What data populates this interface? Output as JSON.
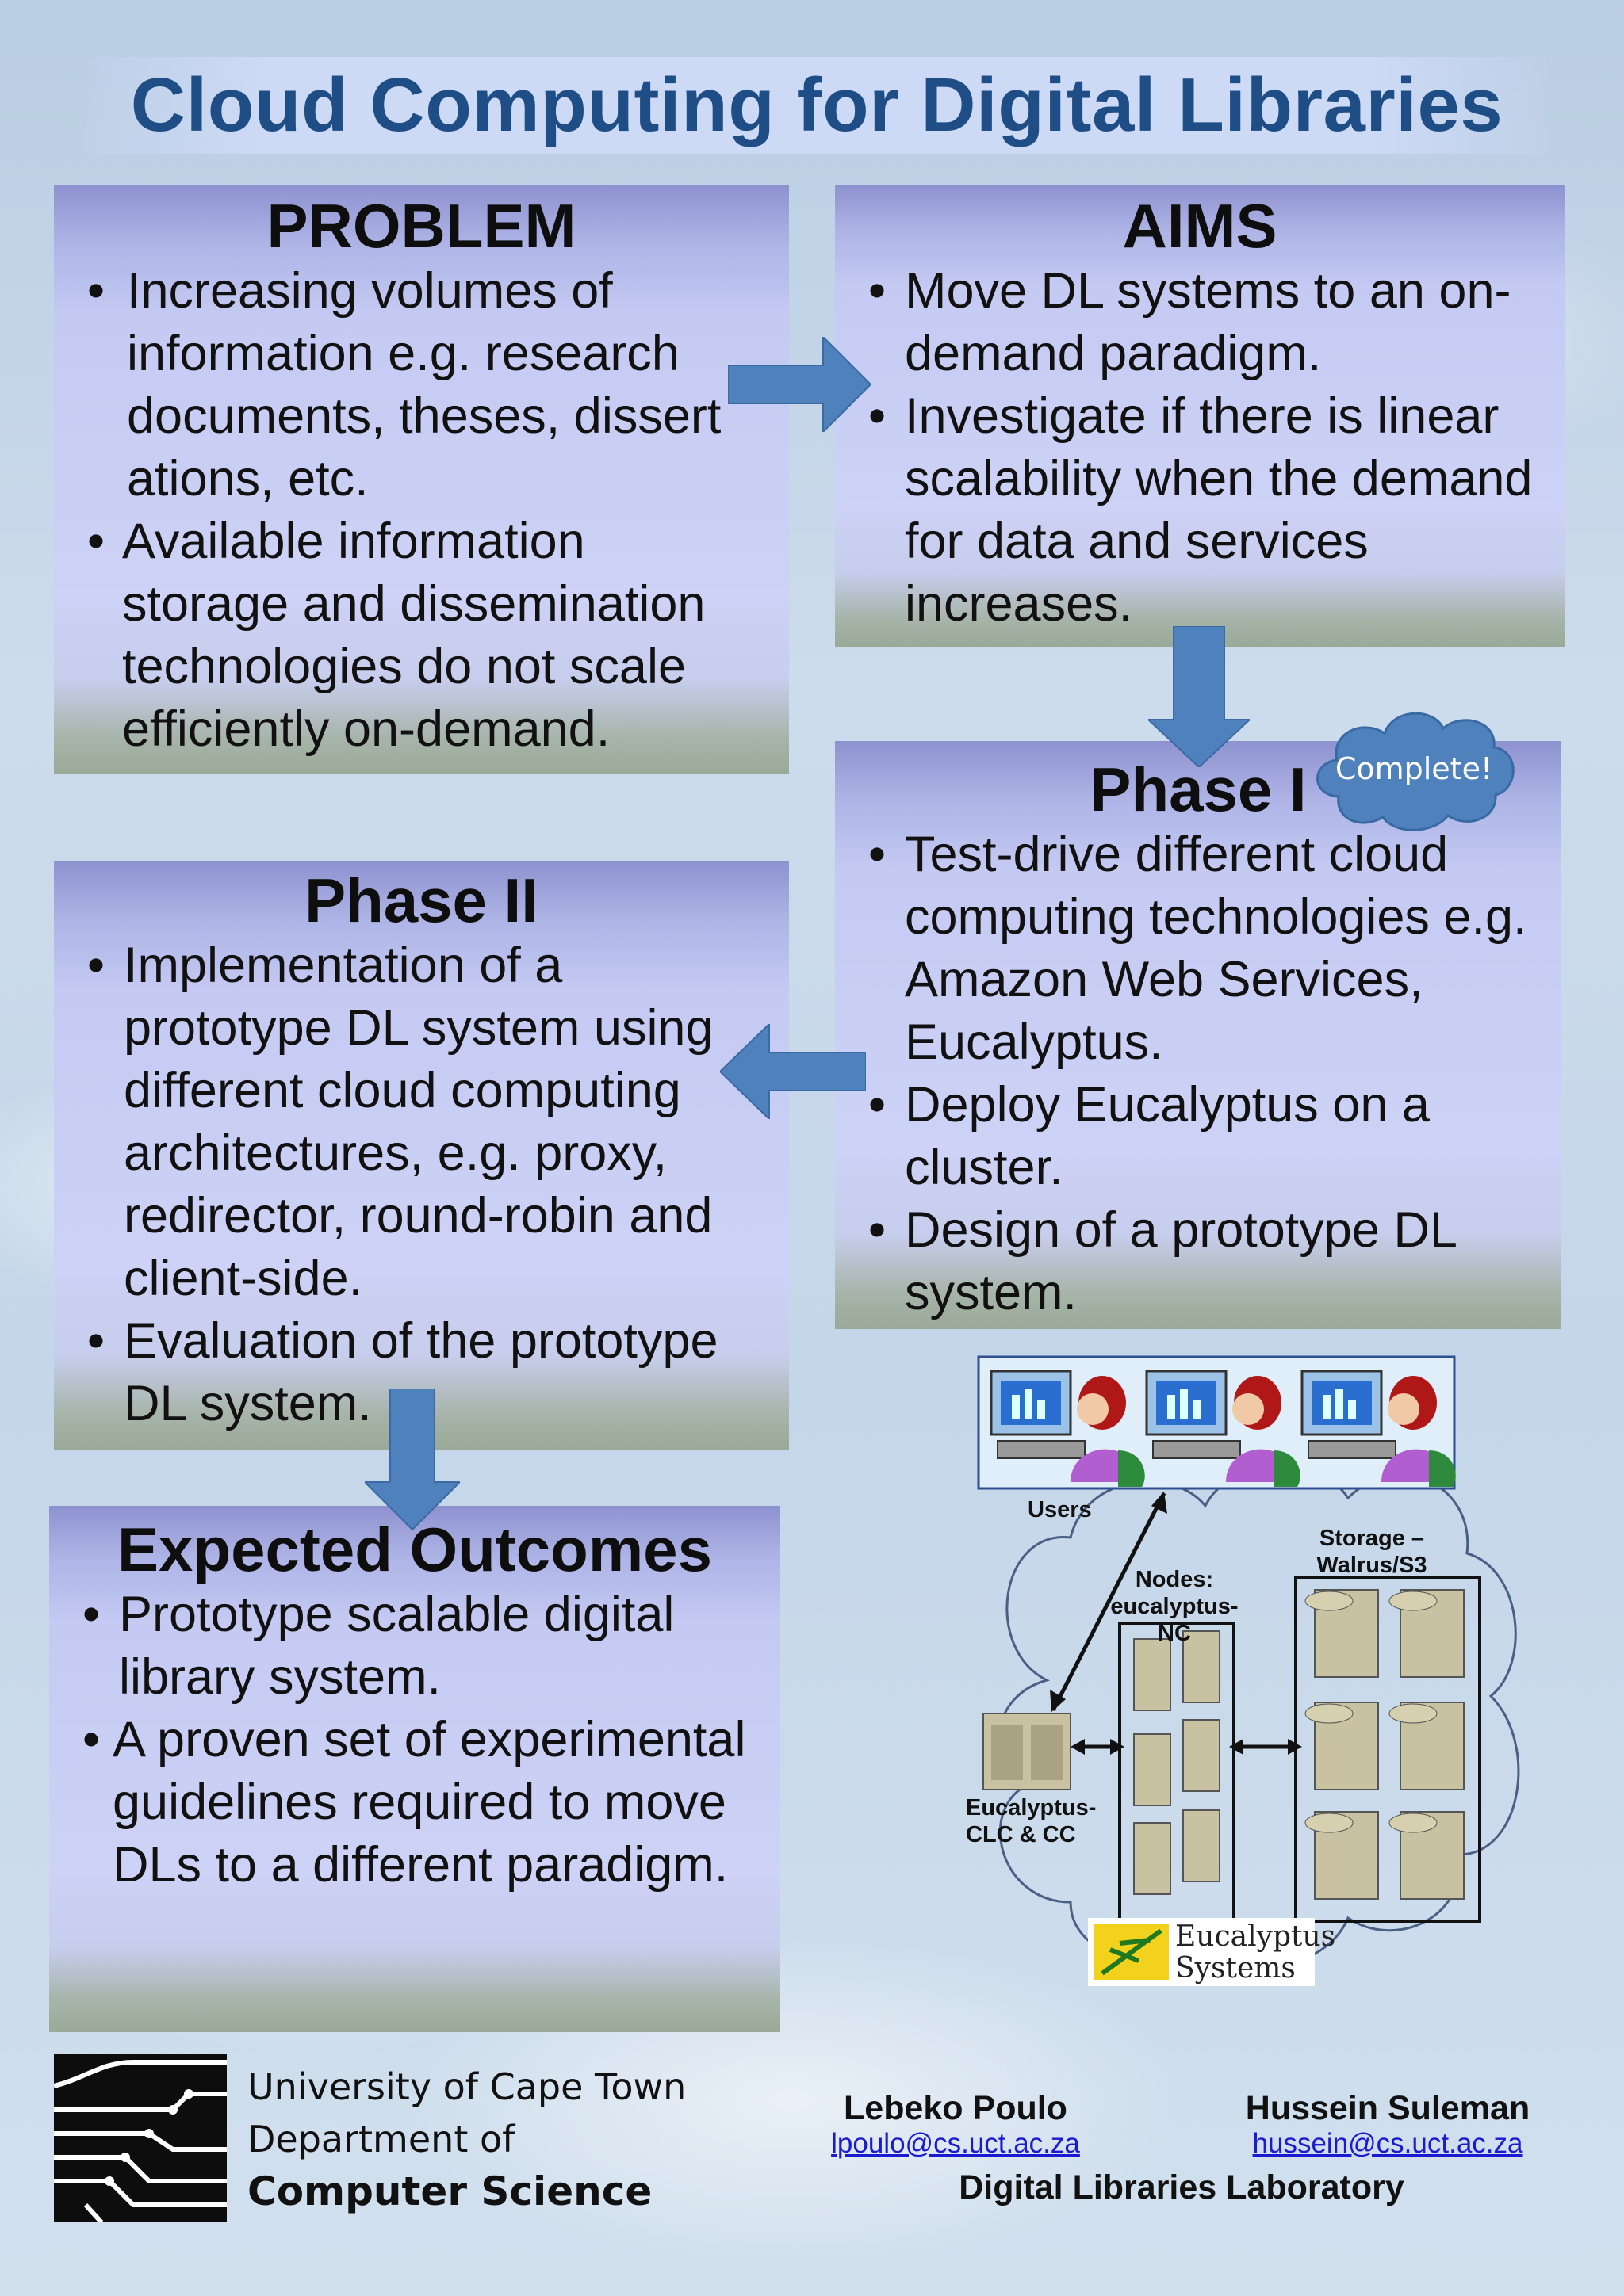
{
  "title": "Cloud Computing for Digital Libraries",
  "problem": {
    "heading": "PROBLEM",
    "items": [
      "Increasing volumes of information e.g. research documents, theses, dissert ations, etc.",
      "Available information storage and dissemination technologies do not scale efficiently on-demand."
    ]
  },
  "aims": {
    "heading": "AIMS",
    "items": [
      "Move DL systems to an on-demand paradigm.",
      "Investigate if there is linear scalability when the demand for data and services increases."
    ]
  },
  "phase1": {
    "heading": "Phase I",
    "badge": "Complete!",
    "items": [
      "Test-drive different cloud computing technologies e.g. Amazon Web Services, Eucalyptus.",
      "Deploy Eucalyptus on a cluster.",
      "Design of a prototype DL system."
    ]
  },
  "phase2": {
    "heading": "Phase II",
    "items": [
      "Implementation of a prototype DL system using different cloud computing architectures, e.g. proxy, redirector, round-robin and client-side.",
      "Evaluation of the prototype DL system."
    ]
  },
  "outcomes": {
    "heading": "Expected Outcomes",
    "items": [
      "Prototype scalable digital library system.",
      "A proven set of experimental guidelines required to move DLs to a different paradigm."
    ]
  },
  "diagram": {
    "users_label": "Users",
    "nodes_label_1": "Nodes:",
    "nodes_label_2": "eucalyptus-NC",
    "storage_label_1": "Storage –",
    "storage_label_2": "Walrus/S3",
    "clc_label_1": "Eucalyptus-",
    "clc_label_2": "CLC & CC",
    "logo_line_1": "Eucalyptus",
    "logo_line_2": "Systems"
  },
  "footer": {
    "university": "University of Cape Town",
    "department": "Department of",
    "school": "Computer Science",
    "authors": [
      {
        "name": "Lebeko Poulo",
        "email": "lpoulo@cs.uct.ac.za"
      },
      {
        "name": "Hussein Suleman",
        "email": "hussein@cs.uct.ac.za"
      }
    ],
    "lab": "Digital Libraries Laboratory"
  },
  "colors": {
    "title": "#1f4e87",
    "arrow": "#4f81bd",
    "cloud_badge": "#4f81bd",
    "email_link": "#1a1ad0"
  }
}
